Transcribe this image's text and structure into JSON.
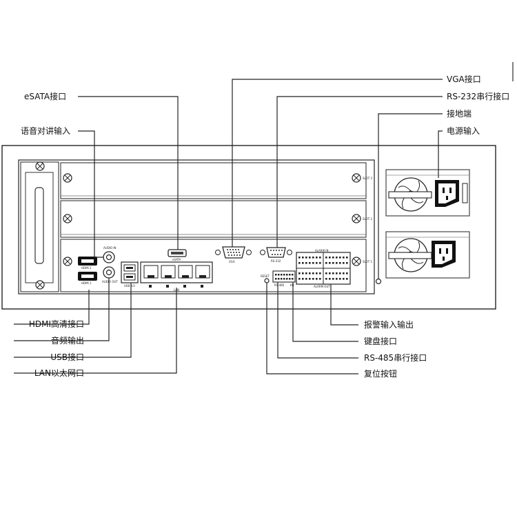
{
  "callouts": {
    "vga": "VGA接口",
    "rs232": "RS-232串行接口",
    "ground": "接地端",
    "power": "电源输入",
    "esata": "eSATA接口",
    "audio_in": "语音对讲输入",
    "hdmi": "HDMI高清接口",
    "audio_out": "音频输出",
    "usb": "USB接口",
    "lan": "LAN以太网口",
    "alarm": "报警输入输出",
    "keyboard": "键盘接口",
    "rs485": "RS-485串行接口",
    "reset": "复位按钮"
  },
  "panel_labels": {
    "slot3": "SLOT 3",
    "slot2": "SLOT 2",
    "slot1": "SLOT 1",
    "audio_in": "AUDIO IN",
    "audio_out": "AUDIO OUT",
    "esata": "eSATA",
    "vga": "VGA",
    "rs232": "RS-232",
    "usb": "USB 3.0",
    "lan": "LAN",
    "alarm_in": "ALARM IN",
    "alarm_out": "ALARM OUT",
    "rs485": "RS-485",
    "kb": "KB",
    "reset": "RESET",
    "hdmi1": "HDMI 1",
    "hdmi2": "HDMI 2"
  }
}
